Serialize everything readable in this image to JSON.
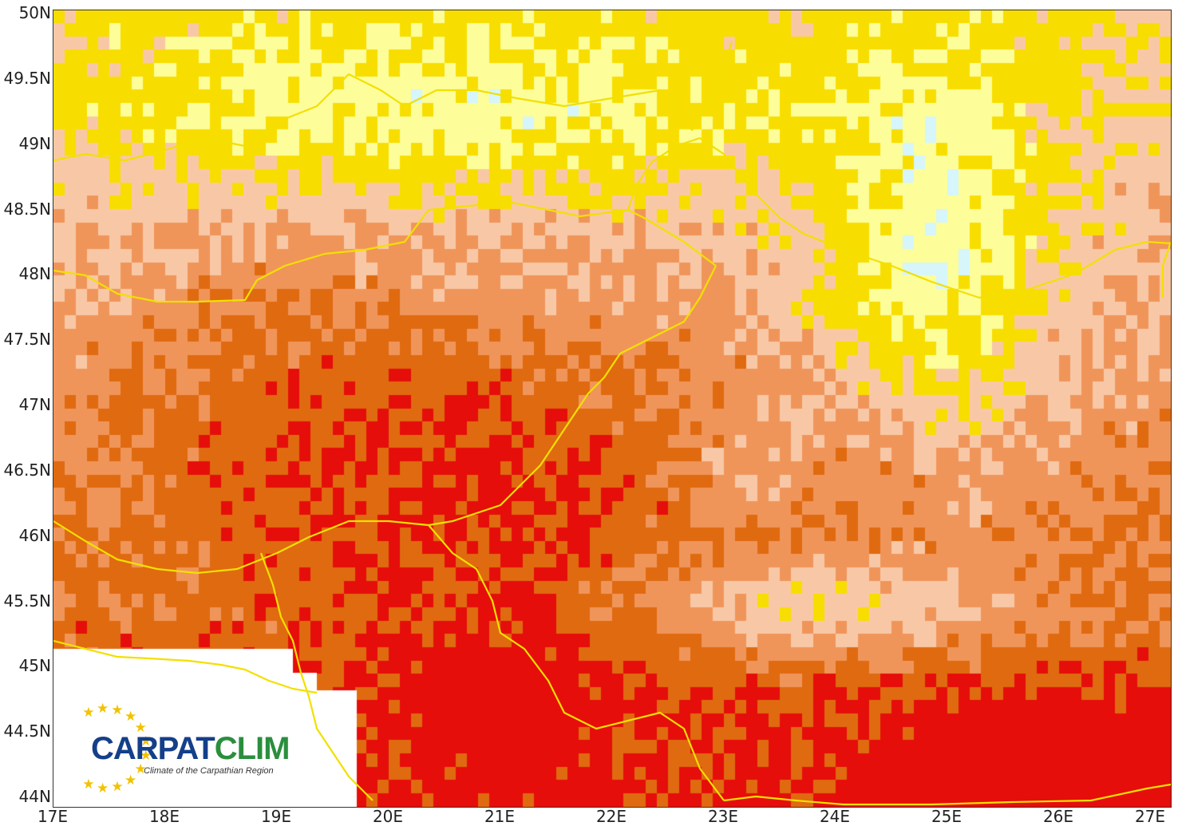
{
  "map": {
    "latitude_labels": [
      "50N",
      "49.5N",
      "49N",
      "48.5N",
      "48N",
      "47.5N",
      "47N",
      "46.5N",
      "46N",
      "45.5N",
      "45N",
      "44.5N",
      "44N"
    ],
    "longitude_labels": [
      "17E",
      "18E",
      "19E",
      "20E",
      "21E",
      "22E",
      "23E",
      "24E",
      "25E",
      "26E",
      "27E"
    ],
    "lat_range": [
      44,
      50
    ],
    "lon_range": [
      17,
      27
    ],
    "grid_cells": "about 100 x 60",
    "colors": {
      "pale_cyan": "#d6f6fb",
      "light_yellow": "#fdfd9a",
      "yellow": "#f8de00",
      "peach": "#f8c8a6",
      "light_orange": "#f0955a",
      "orange": "#e06a10",
      "red": "#e50e0a",
      "border_line": "#f2e000",
      "no_data": "#ffffff"
    }
  },
  "logo": {
    "name_part1": "CARPAT",
    "name_part2": "CLIM",
    "tagline": "Climate of the Carpathian Region",
    "icon": "eu-stars-icon"
  }
}
